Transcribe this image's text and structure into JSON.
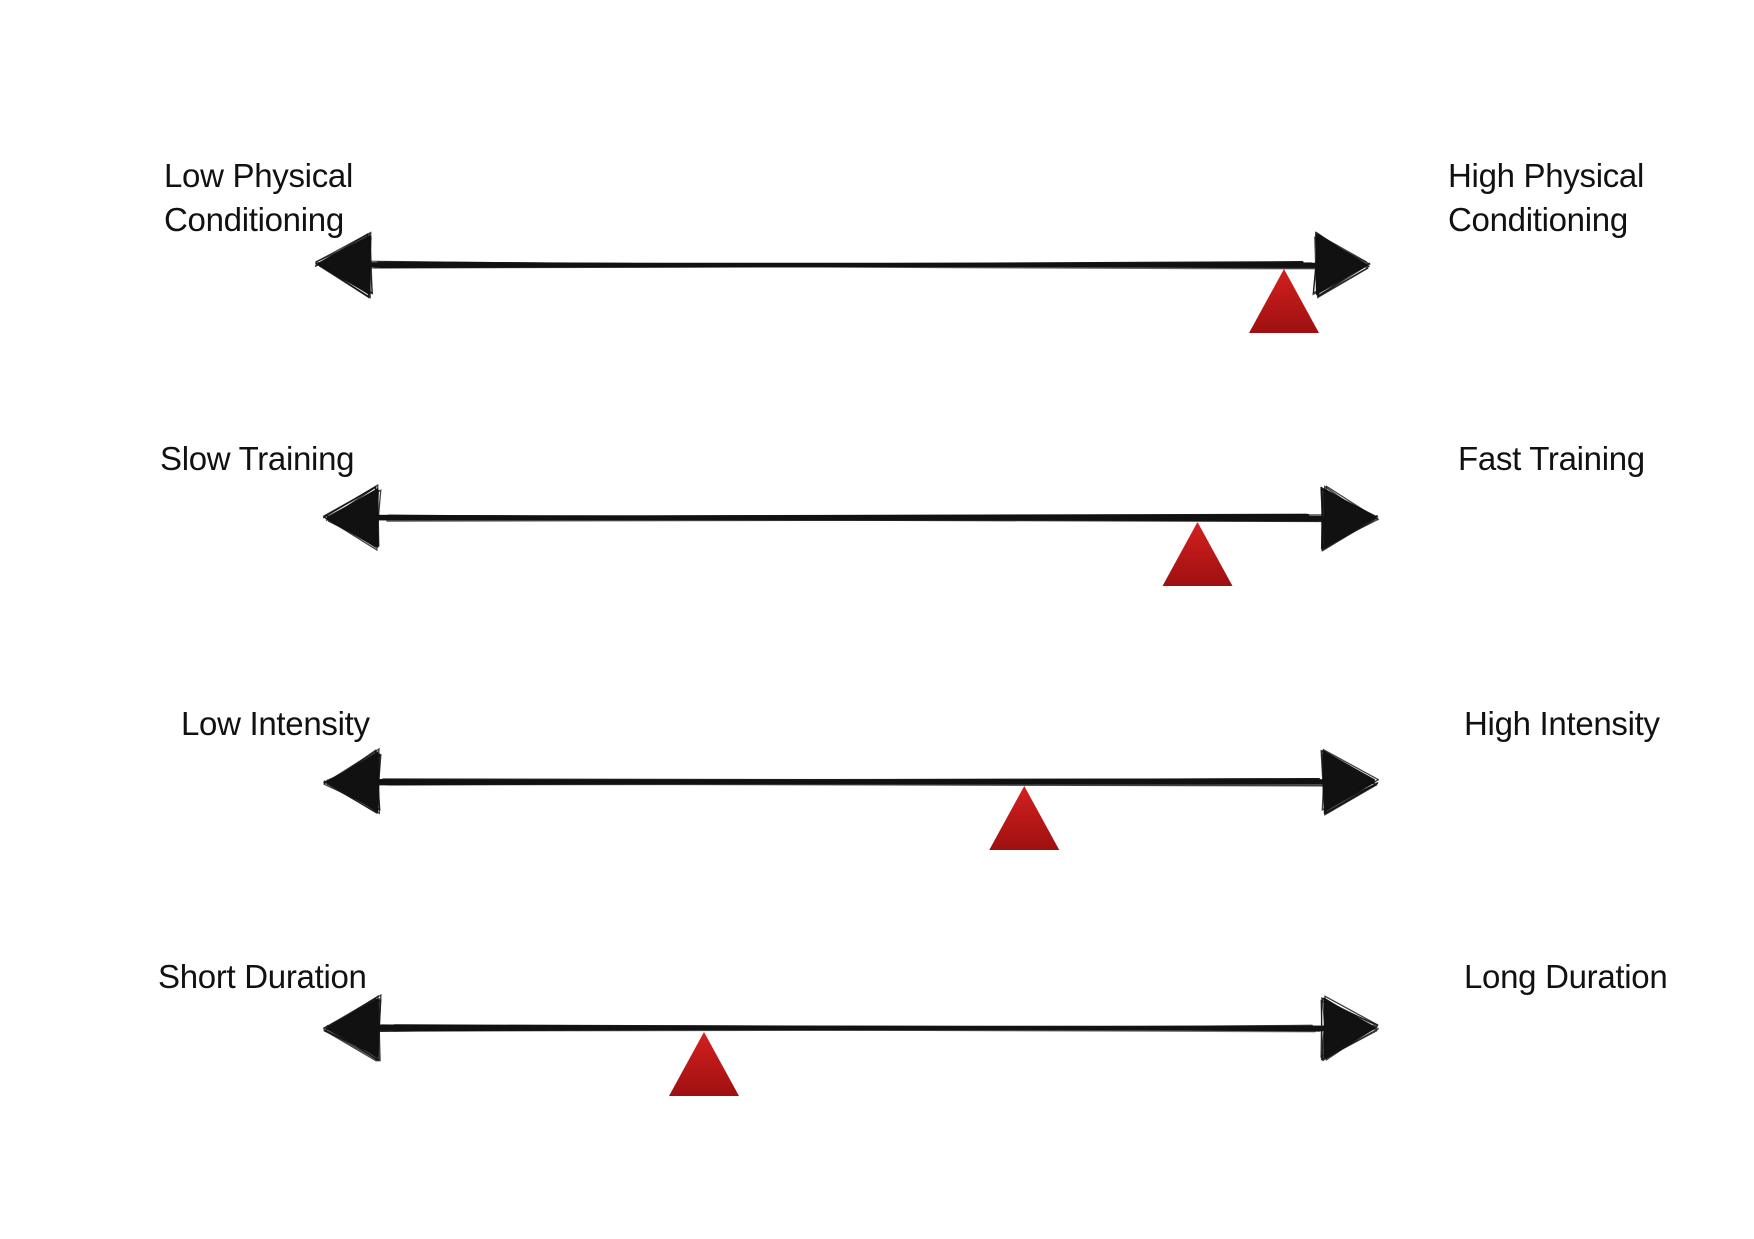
{
  "colors": {
    "line": "#111111",
    "marker": "#d42020",
    "marker_dark": "#9e1010",
    "background": "#ffffff"
  },
  "scales": [
    {
      "left_label": "Low Physical\nConditioning",
      "right_label": "High Physical\nConditioning",
      "position": 0.92
    },
    {
      "left_label": "Slow Training",
      "right_label": "Fast Training",
      "position": 0.83
    },
    {
      "left_label": "Low Intensity",
      "right_label": "High Intensity",
      "position": 0.665
    },
    {
      "left_label": "Short Duration",
      "right_label": "Long Duration",
      "position": 0.36
    }
  ]
}
